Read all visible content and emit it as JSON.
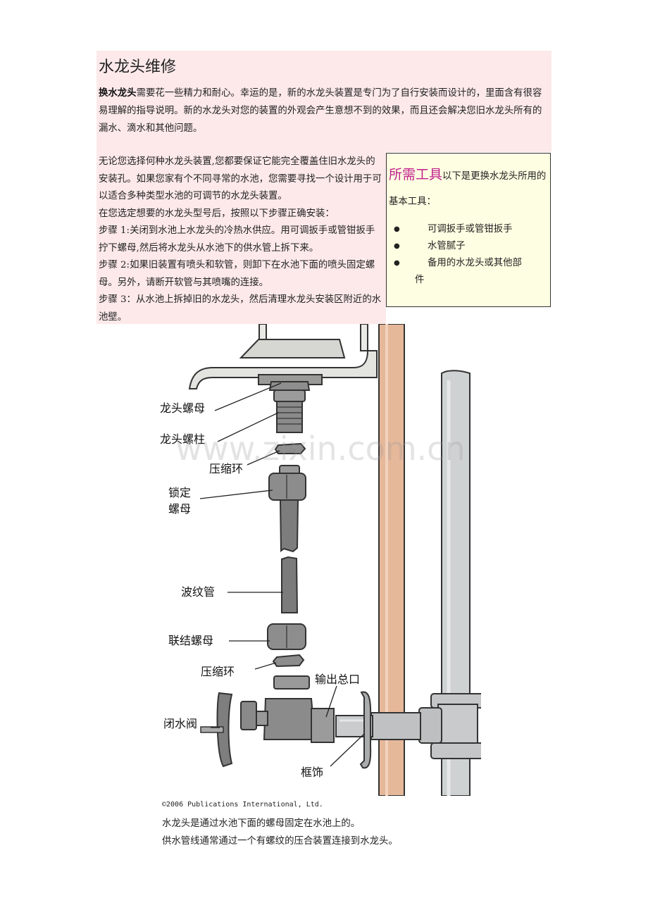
{
  "page": {
    "title": "水龙头维修",
    "intro_bold": "换水龙头",
    "intro_rest": "需要花一些精力和耐心。幸运的是，新的水龙头装置是专门为了自行安装而设计的，里面含有很容易理解的指导说明。新的水龙头对您的装置的外观会产生意想不到的效果，而且还会解决您旧水龙头所有的漏水、滴水和其他问题。",
    "paragraph2": "无论您选择何种水龙头装置,您都要保证它能完全覆盖住旧水龙头的安装孔。如果您家有个不同寻常的水池，您需要寻找一个设计用于可以适合多种类型水池的可调节的水龙头装置。",
    "paragraph3": "在您选定想要的水龙头型号后，按照以下步骤正确安装：",
    "step1": "步骤 1:关闭到水池上水龙头的冷热水供应。用可调扳手或管钳扳手拧下螺母,然后将水龙头从水池下的供水管上拆下来。",
    "step2": "步骤 2:如果旧装置有喷头和软管，则卸下在水池下面的喷头固定螺母。另外，请断开软管与其喷嘴的连接。",
    "step3": "步骤 3：从水池上拆掉旧的水龙头，然后清理水龙头安装区附近的水池壁。"
  },
  "tools": {
    "heading": "所需工具",
    "intro": "以下是更换水龙头所用的基本工具：",
    "items": [
      "可调扳手或管钳扳手",
      "水管腻子",
      "备用的水龙头或其他部件"
    ]
  },
  "diagram": {
    "watermark": "www.zixin.com.cn",
    "labels": {
      "faucet_nut": "龙头螺母",
      "faucet_stud": "龙头螺柱",
      "compression_ring_1": "压缩环",
      "lock_nut_1": "锁定",
      "lock_nut_2": "螺母",
      "corrugated_pipe": "波纹管",
      "coupling_nut": "联结螺母",
      "compression_ring_2": "压缩环",
      "outlet": "输出总口",
      "shutoff_valve": "闭水阀",
      "escutcheon": "框饰"
    }
  },
  "caption": {
    "credit": "©2006 Publications International, Ltd.",
    "line1": "水龙头是通过水池下面的螺母固定在水池上的。",
    "line2": "供水管线通常通过一个有螺纹的压合装置连接到水龙头。"
  },
  "colors": {
    "pink_bg": "#fde9ea",
    "tool_box_bg": "#fefee2",
    "accent": "#c0208c",
    "copper": "#e6b89a"
  }
}
